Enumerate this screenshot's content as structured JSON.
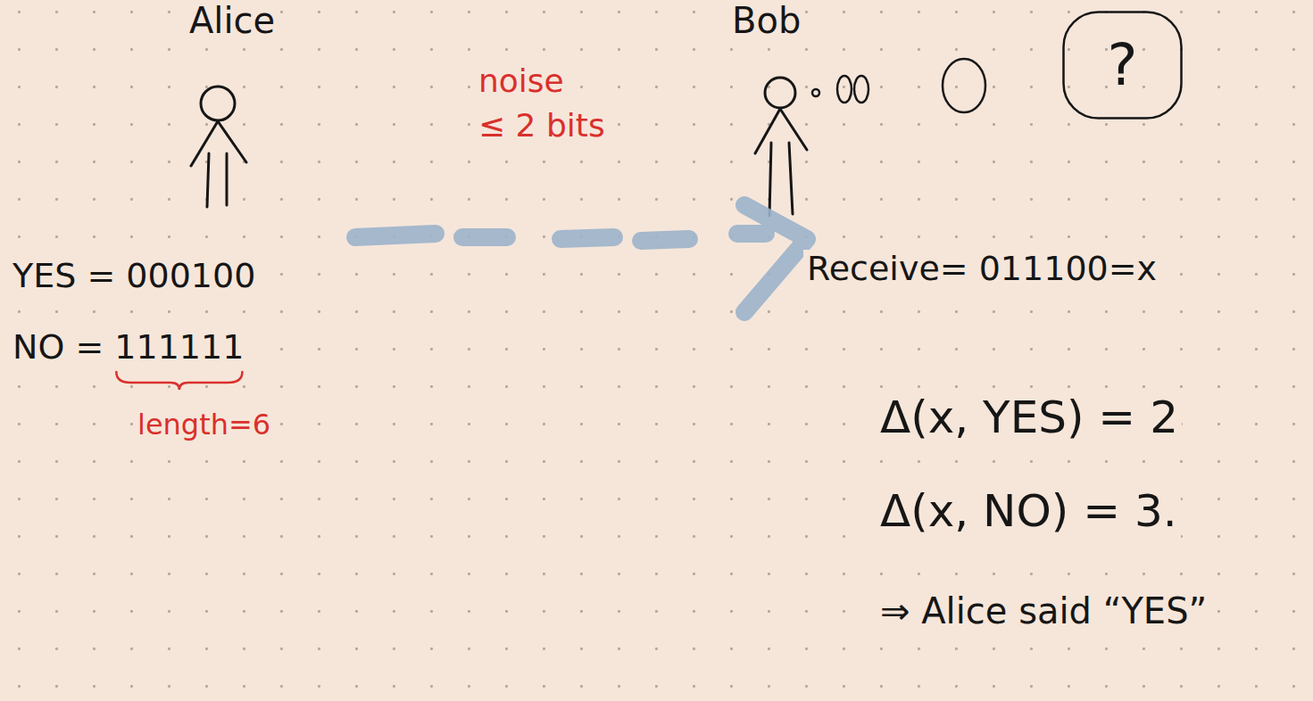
{
  "diagram": {
    "nodes": [
      {
        "text": [
          "?"
        ]
      }
    ],
    "labels": [
      "Alice",
      "Bob",
      "noise",
      "≤ 2 bits",
      "YES = 000100",
      "NO = 111111",
      "length=6",
      "Receive= 011100=x",
      "Δ(x, YES) = 2",
      "Δ(x, NO) = 3.",
      "⇒ Alice said “YES”"
    ]
  }
}
